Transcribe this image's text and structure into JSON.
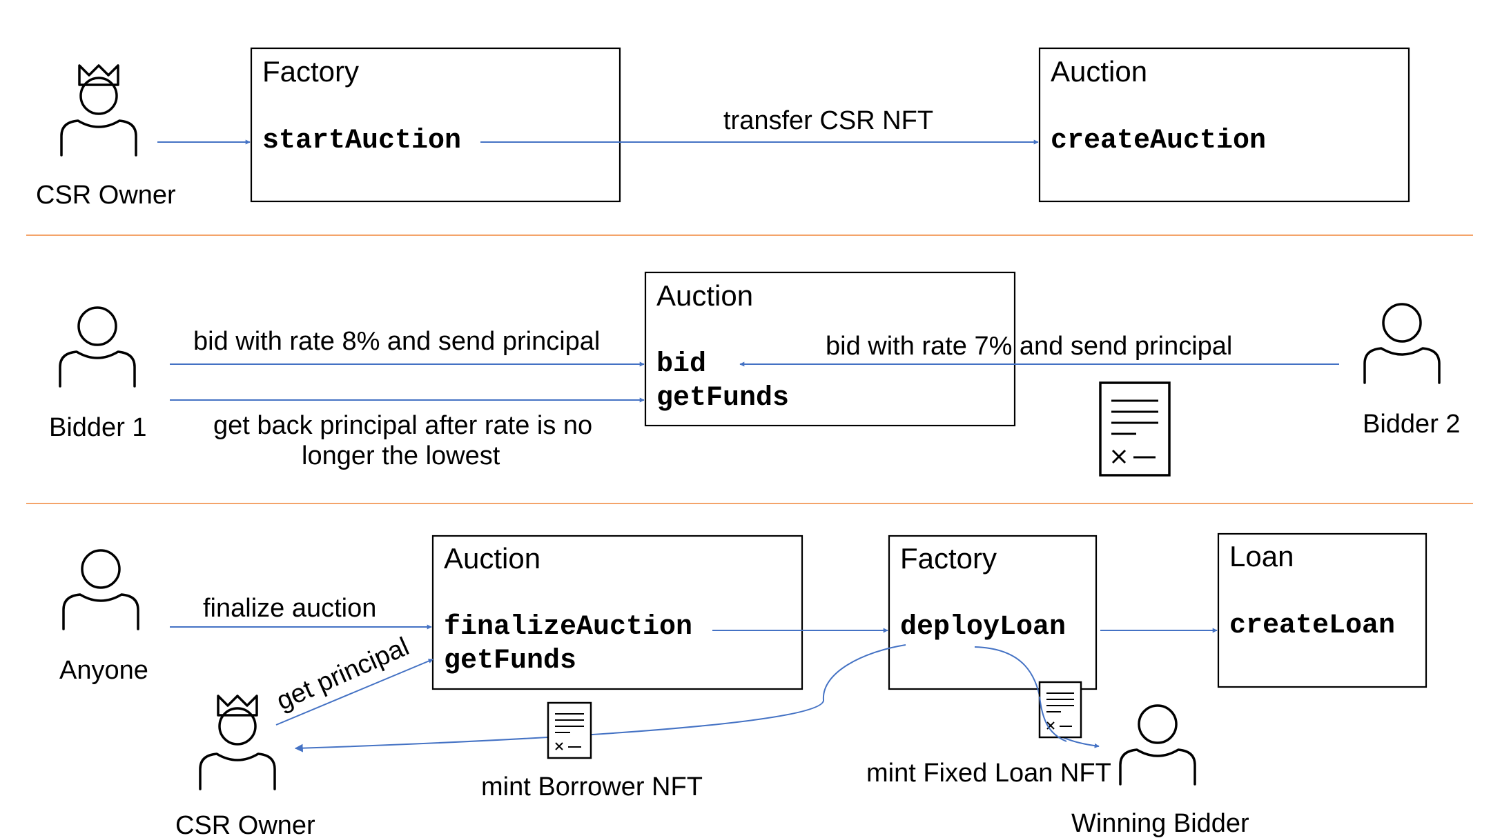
{
  "sections": {
    "start": {
      "actor": "CSR Owner",
      "factory_box": {
        "title": "Factory",
        "method": "startAuction"
      },
      "auction_box": {
        "title": "Auction",
        "method": "createAuction"
      },
      "transfer_label": "transfer CSR NFT"
    },
    "bidding": {
      "bidder1": "Bidder 1",
      "bidder2": "Bidder 2",
      "auction_box": {
        "title": "Auction",
        "method1": "bid",
        "method2": "getFunds"
      },
      "bid1_label": "bid with rate 8% and send principal",
      "refund_label_line1": "get back principal after rate is no",
      "refund_label_line2": "longer the lowest",
      "bid2_label": "bid with rate 7% and send principal"
    },
    "finalize": {
      "anyone": "Anyone",
      "csr_owner": "CSR Owner",
      "winning_bidder": "Winning Bidder",
      "auction_box": {
        "title": "Auction",
        "method1": "finalizeAuction",
        "method2": "getFunds"
      },
      "factory_box": {
        "title": "Factory",
        "method": "deployLoan"
      },
      "loan_box": {
        "title": "Loan",
        "method": "createLoan"
      },
      "finalize_label": "finalize auction",
      "get_principal_label": "get principal",
      "borrower_nft_label": "mint Borrower NFT",
      "fixed_loan_nft_label": "mint Fixed Loan NFT"
    }
  },
  "colors": {
    "arrow": "#4472c4",
    "separator": "#f4a46a"
  },
  "icons": [
    "crown-person-icon",
    "person-icon",
    "document-icon"
  ]
}
